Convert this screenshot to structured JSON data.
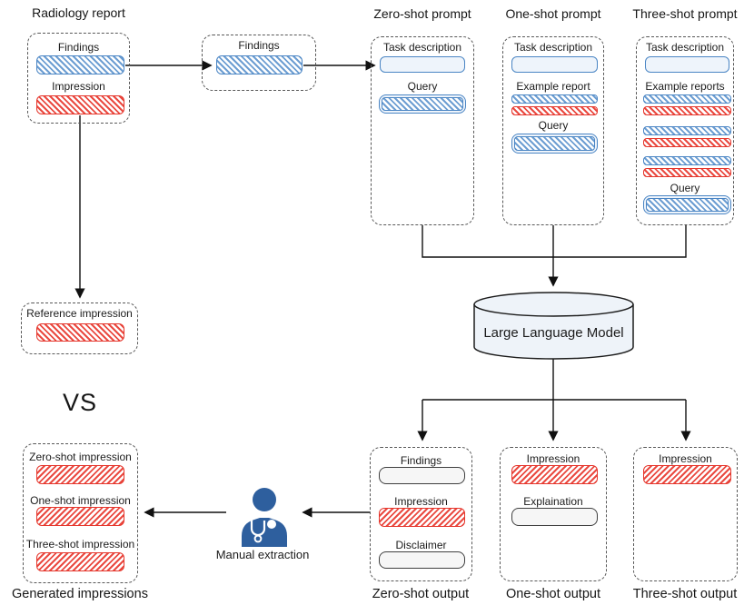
{
  "colors": {
    "blue_accent": "#4a85c4",
    "blue_fill": "#eef4fb",
    "red_accent": "#e5352b",
    "gray_box_fill": "#f6f6f6",
    "gray_box_border": "#3f3f3f",
    "cylinder_fill": "#eef3f9",
    "person_blue": "#2e5f9e",
    "arrow_color": "#111111"
  },
  "radiology_report": {
    "title": "Radiology report",
    "findings_label": "Findings",
    "impression_label": "Impression"
  },
  "extracted_findings": {
    "label": "Findings"
  },
  "zero_shot_prompt": {
    "title": "Zero-shot prompt",
    "task_description_label": "Task description",
    "query_label": "Query"
  },
  "one_shot_prompt": {
    "title": "One-shot prompt",
    "task_description_label": "Task description",
    "example_report_label": "Example report",
    "query_label": "Query"
  },
  "three_shot_prompt": {
    "title": "Three-shot prompt",
    "task_description_label": "Task description",
    "example_reports_label": "Example reports",
    "query_label": "Query"
  },
  "llm": {
    "label": "Large Language Model"
  },
  "reference_impression": {
    "label": "Reference impression"
  },
  "comparison": {
    "vs_label": "VS"
  },
  "generated_impressions": {
    "caption": "Generated impressions",
    "items": [
      "Zero-shot impression",
      "One-shot impression",
      "Three-shot impression"
    ]
  },
  "manual_extraction": {
    "label": "Manual extraction"
  },
  "zero_shot_output": {
    "caption": "Zero-shot output",
    "findings_label": "Findings",
    "impression_label": "Impression",
    "disclaimer_label": "Disclaimer"
  },
  "one_shot_output": {
    "caption": "One-shot output",
    "impression_label": "Impression",
    "explanation_label": "Explaination"
  },
  "three_shot_output": {
    "caption": "Three-shot output",
    "impression_label": "Impression"
  }
}
